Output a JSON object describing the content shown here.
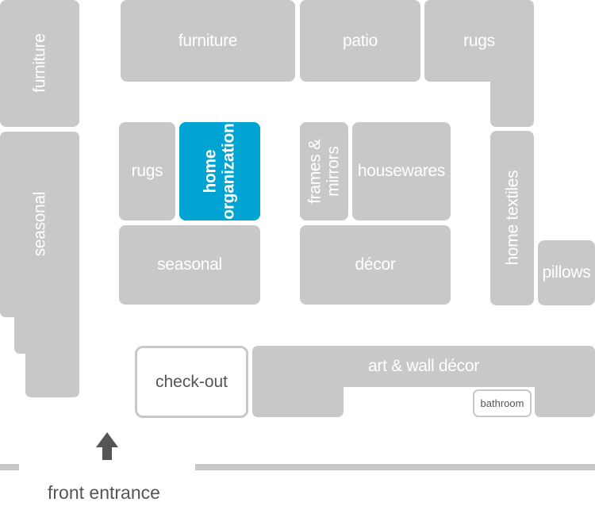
{
  "map": {
    "colors": {
      "department": "#c7c8ca",
      "highlight": "#00a4d3",
      "text_on_block": "#ffffff",
      "outline_text": "#555555",
      "arrow": "#555555"
    },
    "departments": {
      "furniture_left": "furniture",
      "seasonal_left": "seasonal",
      "furniture_top": "furniture",
      "patio": "patio",
      "rugs_top": "rugs",
      "rugs_center": "rugs",
      "home_organization": "home\norganization",
      "frames_mirrors": "frames &\nmirrors",
      "housewares": "housewares",
      "home_textiles": "home textiles",
      "pillows": "pillows",
      "seasonal_center": "seasonal",
      "decor": "décor",
      "check_out": "check-out",
      "art_wall_decor": "art & wall décor",
      "bathroom": "bathroom"
    },
    "highlighted_department": "home organization",
    "entrance": {
      "label": "front entrance",
      "arrow_icon": "up-arrow-icon"
    }
  }
}
